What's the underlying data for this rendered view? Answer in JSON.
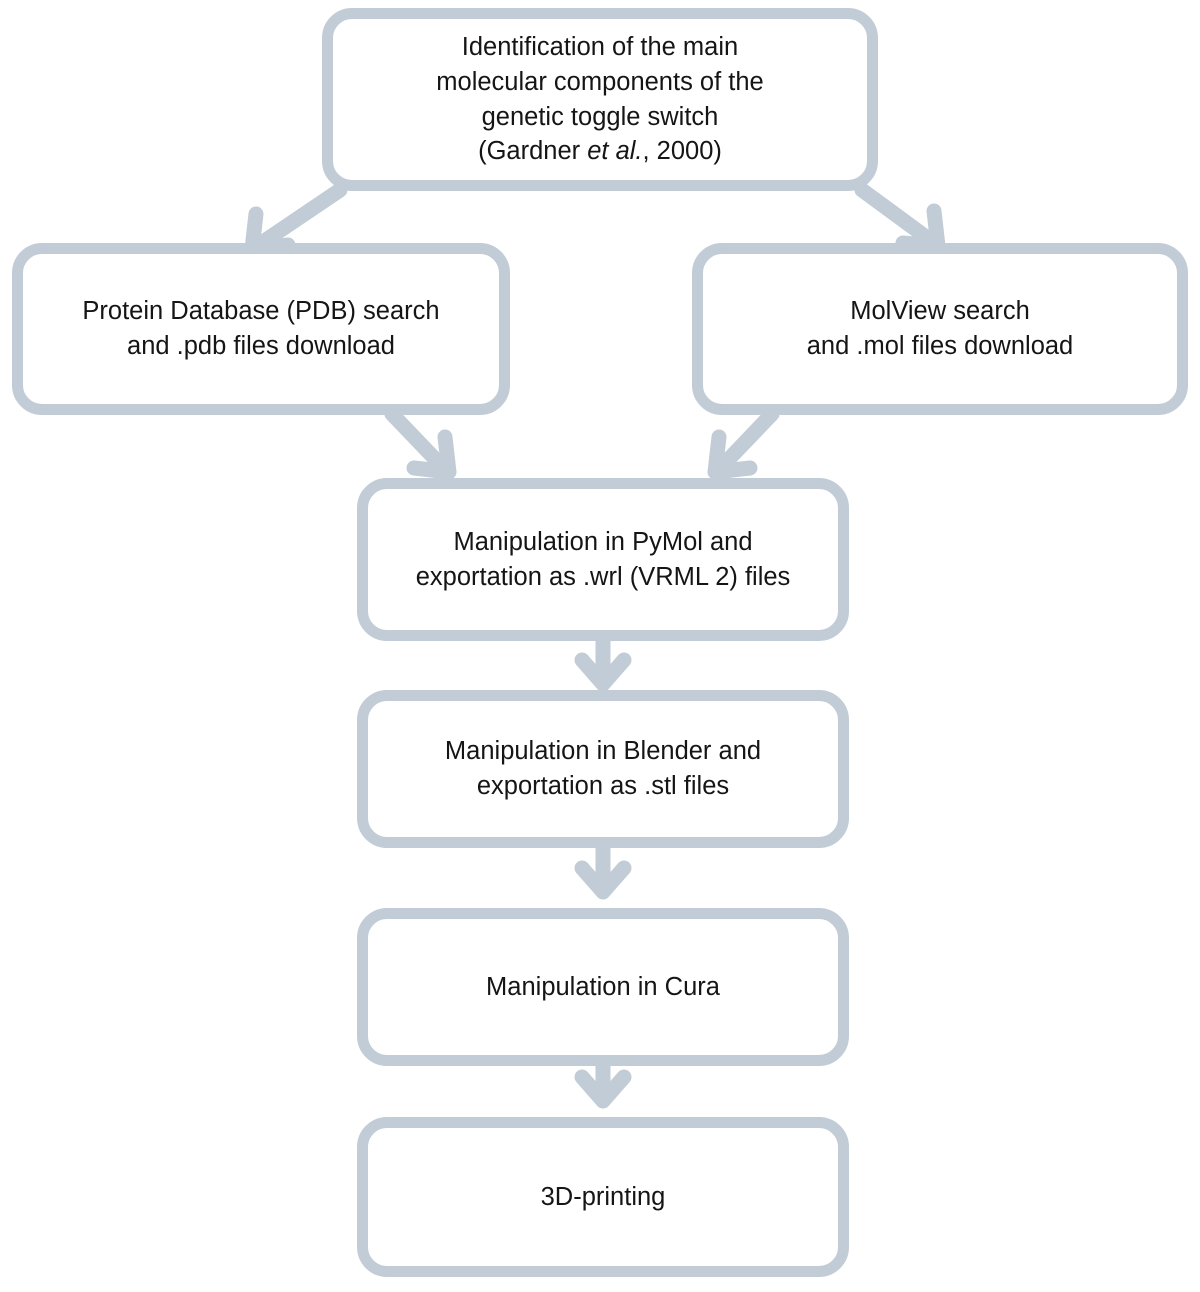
{
  "diagram": {
    "title": "3D-printing workflow for molecular components of the genetic toggle switch",
    "background_color": "#ffffff",
    "node_border_color": "#c2ccd6",
    "node_fill_color": "#ffffff",
    "connector_color": "#c2ccd6",
    "text_color": "#151515"
  },
  "nodes": {
    "top": {
      "id": "identification",
      "line1": "Identification of the main",
      "line2": "molecular components of the",
      "line3": "genetic toggle switch",
      "citation_open": "(Gardner ",
      "citation_italic": "et al.",
      "citation_close": ", 2000)",
      "text": "Identification of the main molecular components of the genetic toggle switch (Gardner et al., 2000)"
    },
    "pdb": {
      "id": "pdb-search",
      "text": "Protein Database (PDB) search\nand .pdb files download"
    },
    "molview": {
      "id": "molview-search",
      "text": "MolView search\nand .mol files download"
    },
    "pymol": {
      "id": "pymol-manipulation",
      "text": "Manipulation in PyMol and\nexportation as .wrl (VRML 2) files"
    },
    "blender": {
      "id": "blender-manipulation",
      "text": "Manipulation in Blender and\nexportation as .stl files"
    },
    "cura": {
      "id": "cura-manipulation",
      "text": "Manipulation in Cura"
    },
    "printing": {
      "id": "3d-printing",
      "text": "3D-printing"
    }
  },
  "connectors": [
    {
      "id": "top-to-pdb",
      "from": "identification",
      "to": "pdb-search",
      "direction": "down-left"
    },
    {
      "id": "top-to-molview",
      "from": "identification",
      "to": "molview-search",
      "direction": "down-right"
    },
    {
      "id": "pdb-to-pymol",
      "from": "pdb-search",
      "to": "pymol-manipulation",
      "direction": "down-right"
    },
    {
      "id": "molview-to-pymol",
      "from": "molview-search",
      "to": "pymol-manipulation",
      "direction": "down-left"
    },
    {
      "id": "pymol-to-blender",
      "from": "pymol-manipulation",
      "to": "blender-manipulation",
      "direction": "down"
    },
    {
      "id": "blender-to-cura",
      "from": "blender-manipulation",
      "to": "cura-manipulation",
      "direction": "down"
    },
    {
      "id": "cura-to-print",
      "from": "cura-manipulation",
      "to": "3d-printing",
      "direction": "down"
    }
  ]
}
